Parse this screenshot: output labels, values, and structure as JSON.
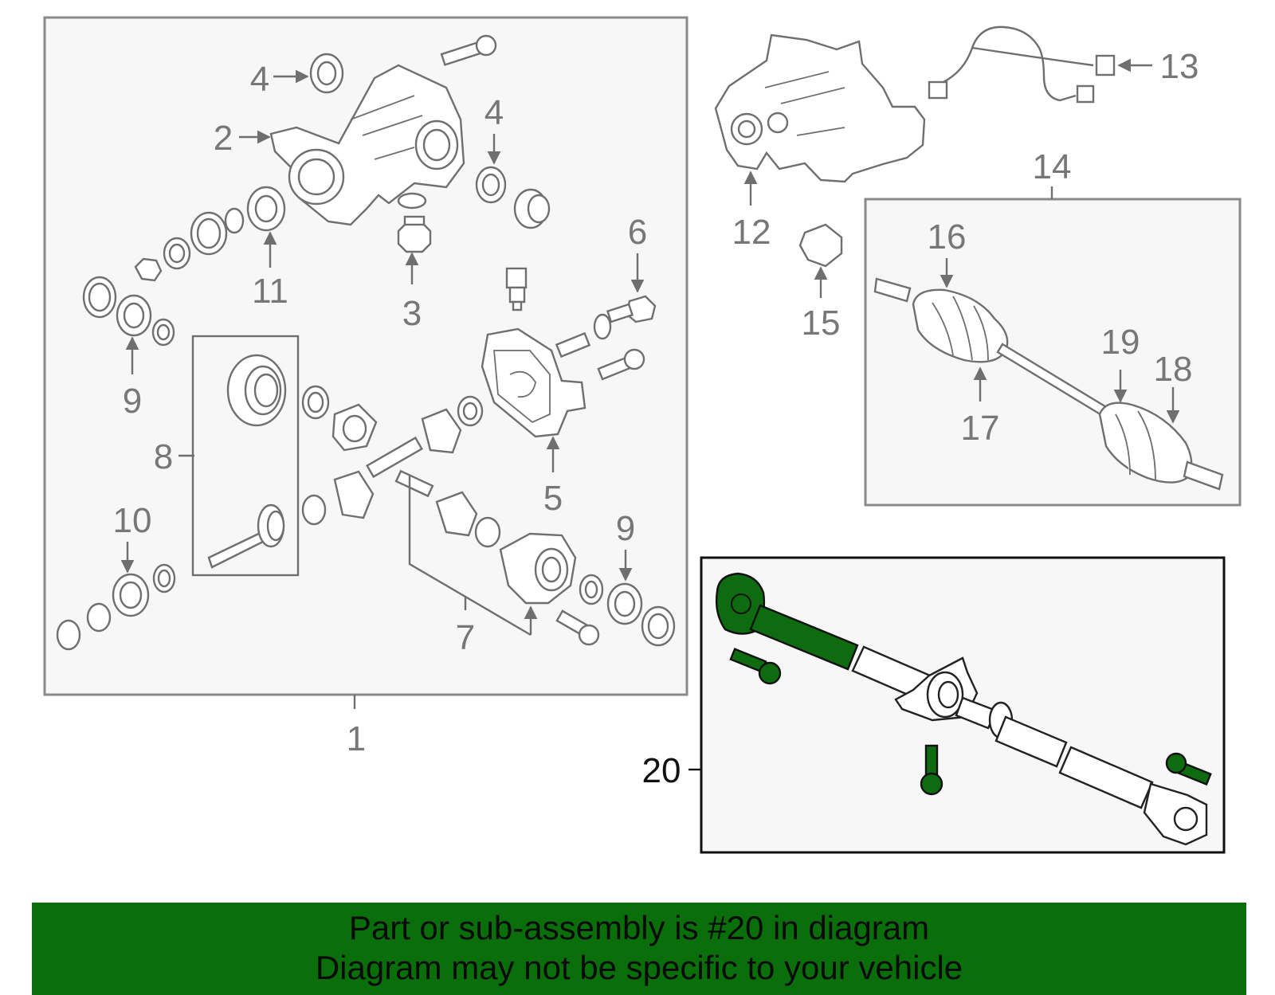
{
  "colors": {
    "highlight": "#0a6e0a",
    "box_fill": "#f7f7f7",
    "line": "#6f6f6f",
    "banner_background": "#0a6e0a"
  },
  "callouts": {
    "c1": "1",
    "c2": "2",
    "c3": "3",
    "c4a": "4",
    "c4b": "4",
    "c5": "5",
    "c6": "6",
    "c7": "7",
    "c8": "8",
    "c9a": "9",
    "c9b": "9",
    "c10": "10",
    "c11": "11",
    "c12": "12",
    "c13": "13",
    "c14": "14",
    "c15": "15",
    "c16": "16",
    "c17": "17",
    "c18": "18",
    "c19": "19",
    "c20": "20"
  },
  "banner": {
    "line1": "Part or sub-assembly is #20 in diagram",
    "line2": "Diagram may not be specific to your vehicle"
  }
}
